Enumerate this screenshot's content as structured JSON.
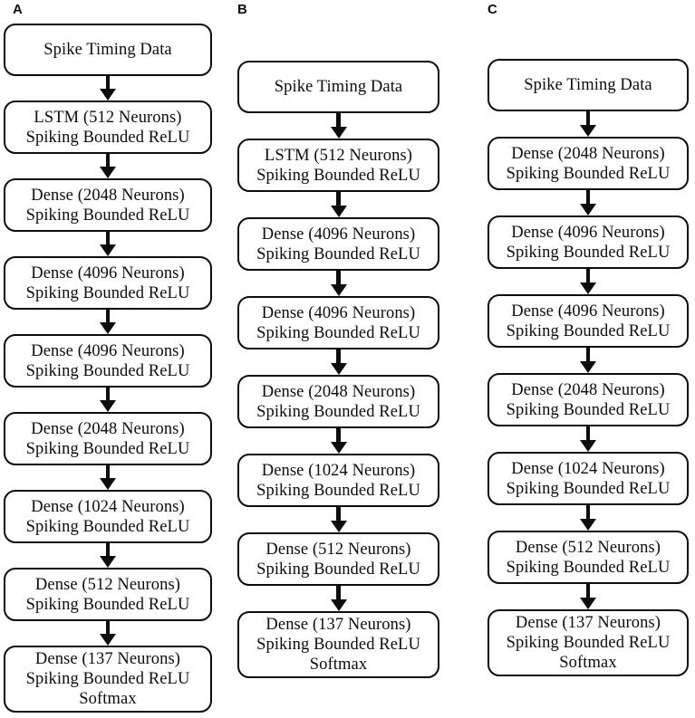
{
  "figure": {
    "colors": {
      "stroke": "#0d0d0d",
      "text": "#0d0d0d",
      "background": "#ffffff"
    },
    "connector": "down-arrow",
    "panels": [
      {
        "label": "A",
        "boxes": [
          {
            "lines": [
              "Spike Timing Data"
            ]
          },
          {
            "lines": [
              "LSTM (512 Neurons)",
              "Spiking Bounded ReLU"
            ]
          },
          {
            "lines": [
              "Dense (2048 Neurons)",
              "Spiking Bounded ReLU"
            ]
          },
          {
            "lines": [
              "Dense (4096 Neurons)",
              "Spiking Bounded ReLU"
            ]
          },
          {
            "lines": [
              "Dense (4096 Neurons)",
              "Spiking Bounded ReLU"
            ]
          },
          {
            "lines": [
              "Dense (2048 Neurons)",
              "Spiking Bounded ReLU"
            ]
          },
          {
            "lines": [
              "Dense (1024 Neurons)",
              "Spiking Bounded ReLU"
            ]
          },
          {
            "lines": [
              "Dense (512 Neurons)",
              "Spiking Bounded ReLU"
            ]
          },
          {
            "lines": [
              "Dense (137 Neurons)",
              "Spiking Bounded ReLU",
              "Softmax"
            ]
          }
        ]
      },
      {
        "label": "B",
        "boxes": [
          {
            "lines": [
              "Spike Timing Data"
            ]
          },
          {
            "lines": [
              "LSTM (512 Neurons)",
              "Spiking Bounded ReLU"
            ]
          },
          {
            "lines": [
              "Dense (4096 Neurons)",
              "Spiking Bounded ReLU"
            ]
          },
          {
            "lines": [
              "Dense (4096 Neurons)",
              "Spiking Bounded ReLU"
            ]
          },
          {
            "lines": [
              "Dense (2048 Neurons)",
              "Spiking Bounded ReLU"
            ]
          },
          {
            "lines": [
              "Dense (1024 Neurons)",
              "Spiking Bounded ReLU"
            ]
          },
          {
            "lines": [
              "Dense (512 Neurons)",
              "Spiking Bounded ReLU"
            ]
          },
          {
            "lines": [
              "Dense (137 Neurons)",
              "Spiking Bounded ReLU",
              "Softmax"
            ]
          }
        ]
      },
      {
        "label": "C",
        "boxes": [
          {
            "lines": [
              "Spike Timing Data"
            ]
          },
          {
            "lines": [
              "Dense (2048 Neurons)",
              "Spiking Bounded ReLU"
            ]
          },
          {
            "lines": [
              "Dense (4096 Neurons)",
              "Spiking Bounded ReLU"
            ]
          },
          {
            "lines": [
              "Dense (4096 Neurons)",
              "Spiking Bounded ReLU"
            ]
          },
          {
            "lines": [
              "Dense (2048 Neurons)",
              "Spiking Bounded ReLU"
            ]
          },
          {
            "lines": [
              "Dense (1024 Neurons)",
              "Spiking Bounded ReLU"
            ]
          },
          {
            "lines": [
              "Dense (512 Neurons)",
              "Spiking Bounded ReLU"
            ]
          },
          {
            "lines": [
              "Dense (137 Neurons)",
              "Spiking Bounded ReLU",
              "Softmax"
            ]
          }
        ]
      }
    ]
  }
}
